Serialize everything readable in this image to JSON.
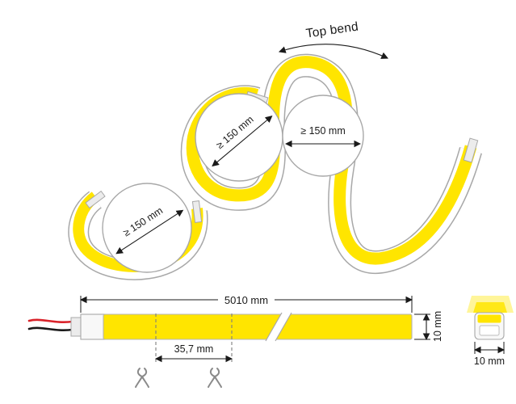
{
  "colors": {
    "strip_yellow": "#FFE500",
    "outline_gray": "#A8A8A8",
    "dimension_dark": "#1A1A1A",
    "wire_red": "#D9232A",
    "wire_black": "#1A1A1A",
    "background": "#FFFFFF"
  },
  "top_bend": {
    "label": "Top bend"
  },
  "circles": [
    {
      "label": "≥ 150 mm"
    },
    {
      "label": "≥ 150 mm"
    },
    {
      "label": "≥ 150 mm"
    }
  ],
  "dimensions": {
    "total_length": "5010 mm",
    "cut_interval": "35,7 mm",
    "strip_height": "10 mm",
    "strip_width": "10 mm"
  },
  "icons": {
    "pliers": "wire-cutter-pliers-icon",
    "bend_arrow": "curved-double-arrow-icon",
    "diameter_arrow": "double-headed-arrow-icon"
  }
}
